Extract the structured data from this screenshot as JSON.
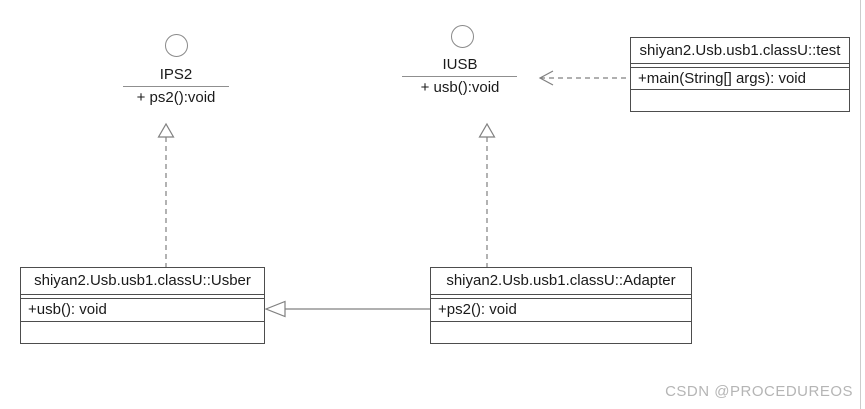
{
  "diagram_type": "uml-class-diagram",
  "colors": {
    "background": "#ffffff",
    "box_border": "#4d4d4d",
    "edge_line": "#808080",
    "lollipop_line": "#8f8f8f",
    "text": "#1a1a1a",
    "watermark": "#b5b5b5",
    "canvas_edge": "#cccccc"
  },
  "interfaces": [
    {
      "id": "ips2",
      "name": "IPS2",
      "operation": "+ ps2():void"
    },
    {
      "id": "iusb",
      "name": "IUSB",
      "operation": "+ usb():void"
    }
  ],
  "classes": [
    {
      "id": "test",
      "name": "shiyan2.Usb.usb1.classU::test",
      "methods": [
        "+main(String[] args): void"
      ]
    },
    {
      "id": "usber",
      "name": "shiyan2.Usb.usb1.classU::Usber",
      "methods": [
        "+usb(): void"
      ]
    },
    {
      "id": "adapter",
      "name": "shiyan2.Usb.usb1.classU::Adapter",
      "methods": [
        "+ps2(): void"
      ]
    }
  ],
  "relationships": [
    {
      "type": "realization",
      "from": "shiyan2.Usb.usb1.classU::Usber",
      "to": "IPS2",
      "style": "dashed, hollow triangle up"
    },
    {
      "type": "realization",
      "from": "shiyan2.Usb.usb1.classU::Adapter",
      "to": "IUSB",
      "style": "dashed, hollow triangle up"
    },
    {
      "type": "generalization",
      "from": "shiyan2.Usb.usb1.classU::Adapter",
      "to": "shiyan2.Usb.usb1.classU::Usber",
      "style": "solid, hollow triangle left"
    },
    {
      "type": "dependency",
      "from": "shiyan2.Usb.usb1.classU::test",
      "to": "IUSB",
      "style": "dashed, open arrow left"
    }
  ],
  "watermark": {
    "text": "CSDN @PROCEDUREOS"
  }
}
